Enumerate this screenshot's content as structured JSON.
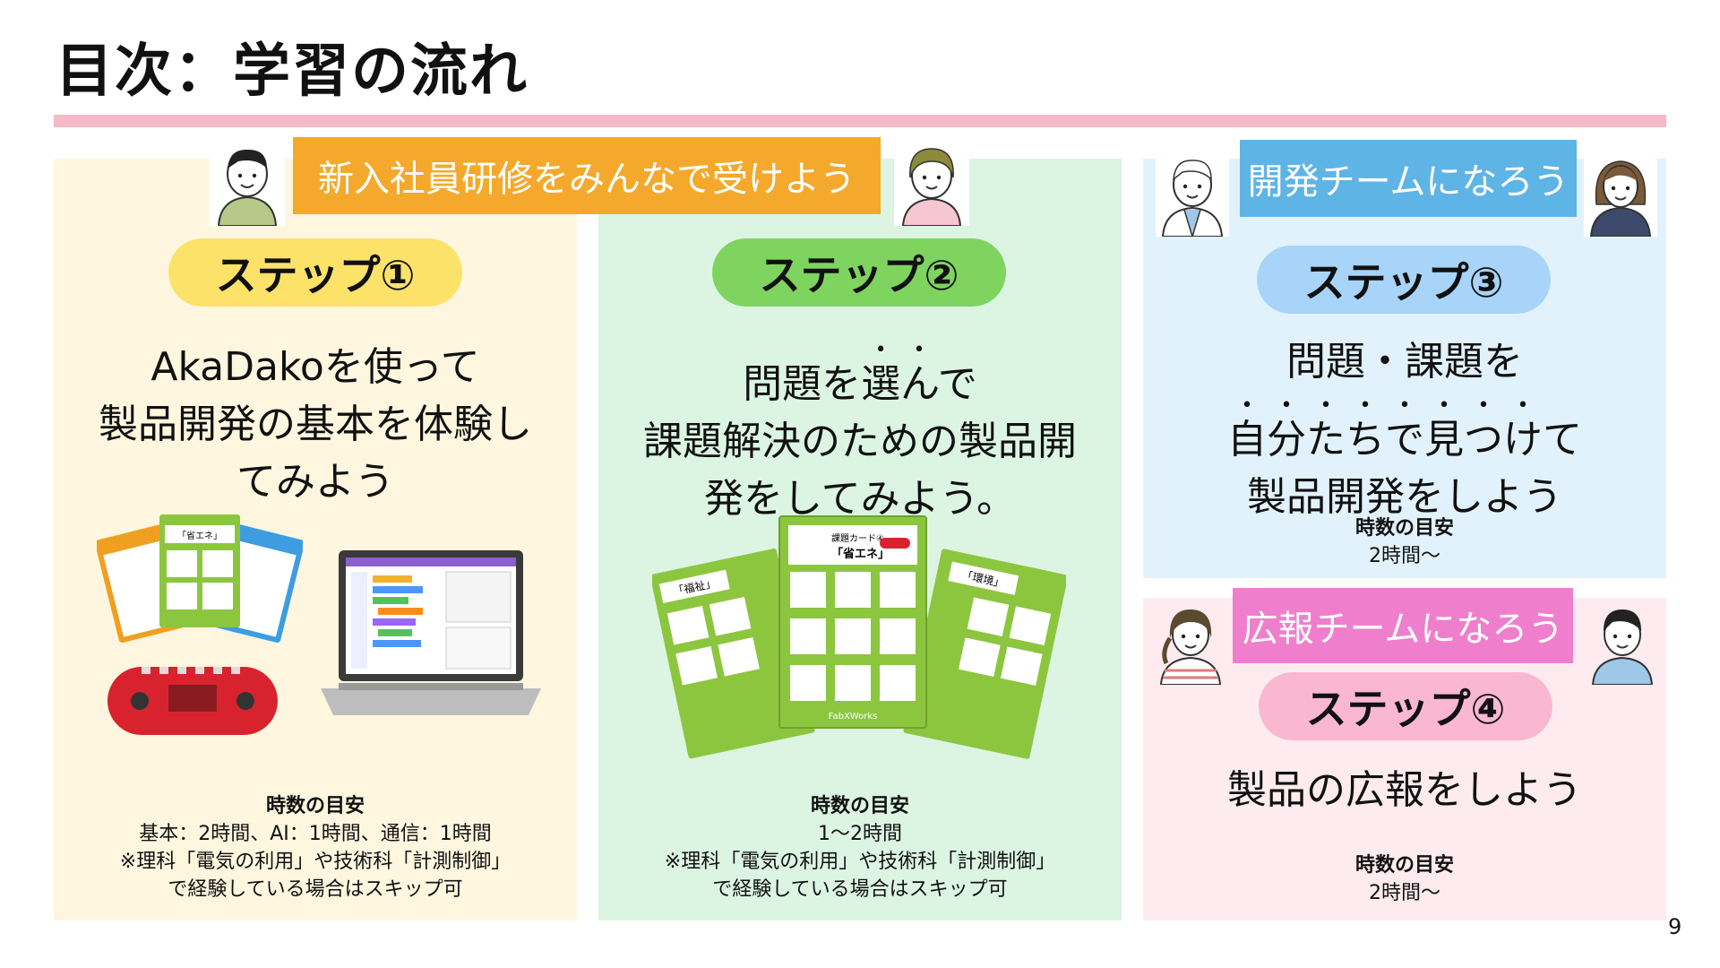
{
  "title": "目次：学習の流れ",
  "banners": {
    "orange": "新入社員研修をみんなで受けよう",
    "blue": "開発チームになろう",
    "pink": "広報チームになろう"
  },
  "time_label": "時数の目安",
  "page_number": "9",
  "steps": [
    {
      "label": "ステップ①",
      "heading_lines": [
        "AkaDakoを使って",
        "製品開発の基本を体験し",
        "てみよう"
      ],
      "time_lines": [
        "基本：2時間、AI：1時間、通信：1時間",
        "※理科「電気の利用」や技術科「計測制御」",
        "で経験している場合はスキップ可"
      ]
    },
    {
      "label": "ステップ②",
      "heading_lines": [
        "問題を",
        "選ん",
        "で",
        "課題解決のための製品開",
        "発をしてみよう。"
      ],
      "time_lines": [
        "1〜2時間",
        "※理科「電気の利用」や技術科「計測制御」",
        "で経験している場合はスキップ可"
      ]
    },
    {
      "label": "ステップ③",
      "heading_lines": [
        "問題・課題を",
        "自分たちで見つけ",
        "て",
        "製品開発をしよう"
      ],
      "time_lines": [
        "2時間〜"
      ]
    },
    {
      "label": "ステップ④",
      "heading_lines": [
        "製品の広報をしよう"
      ],
      "time_lines": [
        "2時間〜"
      ]
    }
  ],
  "cards": {
    "left_small": {
      "top": "「省エネ」"
    },
    "center": {
      "caption": "課題カード④",
      "title": "「省エネ」"
    },
    "left": {
      "title": "「福祉」"
    },
    "right": {
      "title": "「環境」"
    },
    "brand": "FabXWorks"
  },
  "colors": {
    "rule": "#f7b8c8",
    "orange_banner": "#f4a92c",
    "blue_banner": "#5fb4e6",
    "pink_banner": "#ef7fcd",
    "step1": "#fde26a",
    "step2": "#7ed45e",
    "step3": "#a7d4f8",
    "step4": "#f9b7d0"
  }
}
